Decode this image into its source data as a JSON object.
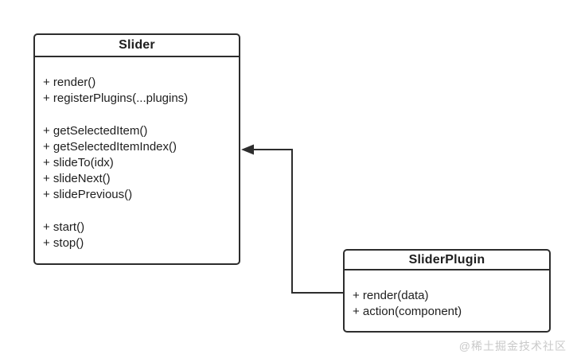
{
  "diagram": {
    "type": "uml-class-diagram",
    "classes": [
      {
        "name": "Slider",
        "members": [
          "+ render()",
          "+ registerPlugins(...plugins)",
          "",
          "+ getSelectedItem()",
          "+ getSelectedItemIndex()",
          "+ slideTo(idx)",
          "+ slideNext()",
          "+ slidePrevious()",
          "",
          "+ start()",
          "+ stop()"
        ]
      },
      {
        "name": "SliderPlugin",
        "members": [
          "+ render(data)",
          "+ action(component)"
        ]
      }
    ],
    "relationships": [
      {
        "from": "SliderPlugin",
        "to": "Slider",
        "type": "directed-association",
        "arrowhead": "solid-triangle-left"
      }
    ]
  },
  "watermark": {
    "text": "@稀土掘金技术社区"
  },
  "colors": {
    "stroke": "#2d2d2d",
    "text": "#1e1e1e",
    "background": "#ffffff",
    "watermark": "#c9c9c9"
  }
}
